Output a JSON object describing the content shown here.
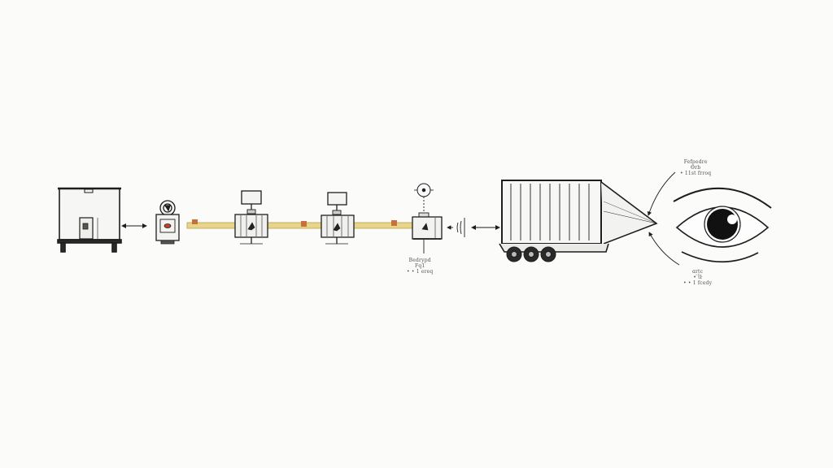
{
  "diagram": {
    "style": "hand-drawn ink sketch with yellow-ochre accent",
    "colors": {
      "background": "#fbfbf9",
      "ink": "#1e1e1e",
      "conveyor": "#e8d48a",
      "conveyor_edge": "#b8a048",
      "marker": "#c8703a",
      "device_fill": "#f0f0ee"
    },
    "nodes": [
      {
        "id": "storage-cabinet",
        "label": "storage cabinet"
      },
      {
        "id": "scanner-unit",
        "label": "scanner unit"
      },
      {
        "id": "station-1",
        "label": "conveyor station with monitor"
      },
      {
        "id": "station-2",
        "label": "conveyor station with monitor"
      },
      {
        "id": "terminal-station",
        "label": "terminal station with sensor"
      },
      {
        "id": "trailer",
        "label": "truck trailer"
      },
      {
        "id": "eye",
        "label": "observer eye"
      }
    ],
    "labels": {
      "terminal_note": [
        "Bedrypd",
        "Fq1",
        "• • 1 ereq"
      ],
      "eye_top_note": [
        "Fefpedre",
        "Ѳrb",
        "• 11st frroq"
      ],
      "eye_bottom_note": [
        "ɑrtc",
        "• ̈ẗŀ",
        "• • 1 fcedy"
      ]
    }
  }
}
